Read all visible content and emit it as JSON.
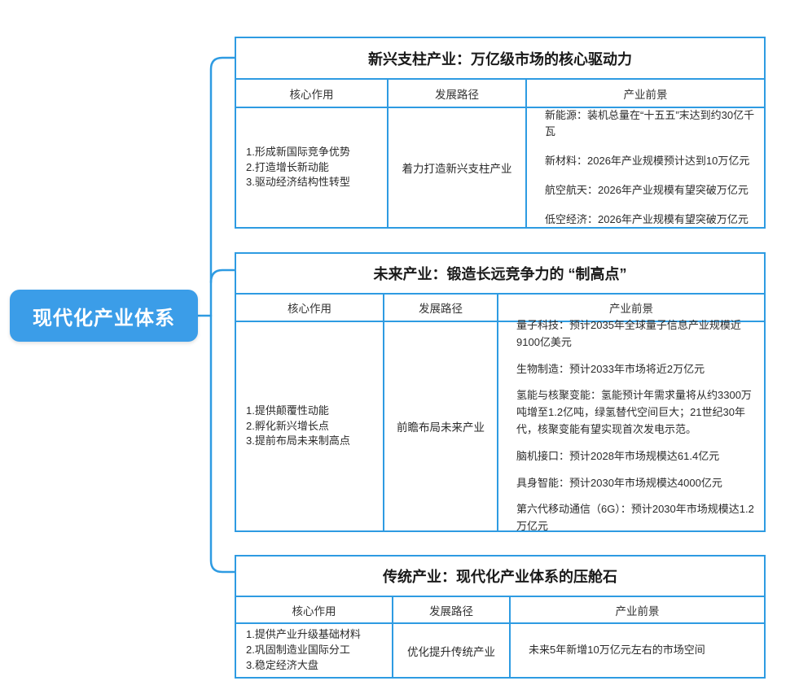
{
  "colors": {
    "accent": "#2E9BE2",
    "node_fill": "#3B9DE8",
    "node_text": "#FFFFFF",
    "text": "#222222"
  },
  "root_node": {
    "label": "现代化产业体系"
  },
  "tables": [
    {
      "title": "新兴支柱产业：万亿级市场的核心驱动力",
      "headers": [
        "核心作用",
        "发展路径",
        "产业前景"
      ],
      "core_roles": [
        "1.形成新国际竞争优势",
        "2.打造增长新动能",
        "3.驱动经济结构性转型"
      ],
      "path": "着力打造新兴支柱产业",
      "prospects": [
        "新能源：装机总量在“十五五”末达到约30亿千瓦",
        "新材料：2026年产业规模预计达到10万亿元",
        "航空航天：2026年产业规模有望突破万亿元",
        "低空经济：2026年产业规模有望突破万亿元"
      ]
    },
    {
      "title": "未来产业：锻造长远竞争力的 “制高点”",
      "headers": [
        "核心作用",
        "发展路径",
        "产业前景"
      ],
      "core_roles": [
        "1.提供颠覆性动能",
        "2.孵化新兴增长点",
        "3.提前布局未来制高点"
      ],
      "path": "前瞻布局未来产业",
      "prospects": [
        "量子科技：预计2035年全球量子信息产业规模近9100亿美元",
        "生物制造：预计2033年市场将近2万亿元",
        "氢能与核聚变能：氢能预计年需求量将从约3300万吨增至1.2亿吨，绿氢替代空间巨大；21世纪30年代，核聚变能有望实现首次发电示范。",
        "脑机接口：预计2028年市场规模达61.4亿元",
        "具身智能：预计2030年市场规模达4000亿元",
        "第六代移动通信（6G）：预计2030年市场规模达1.2万亿元"
      ]
    },
    {
      "title": "传统产业：现代化产业体系的压舱石",
      "headers": [
        "核心作用",
        "发展路径",
        "产业前景"
      ],
      "core_roles": [
        "1.提供产业升级基础材料",
        "2.巩固制造业国际分工",
        "3.稳定经济大盘"
      ],
      "path": "优化提升传统产业",
      "prospects": [
        "未来5年新增10万亿元左右的市场空间"
      ]
    }
  ]
}
